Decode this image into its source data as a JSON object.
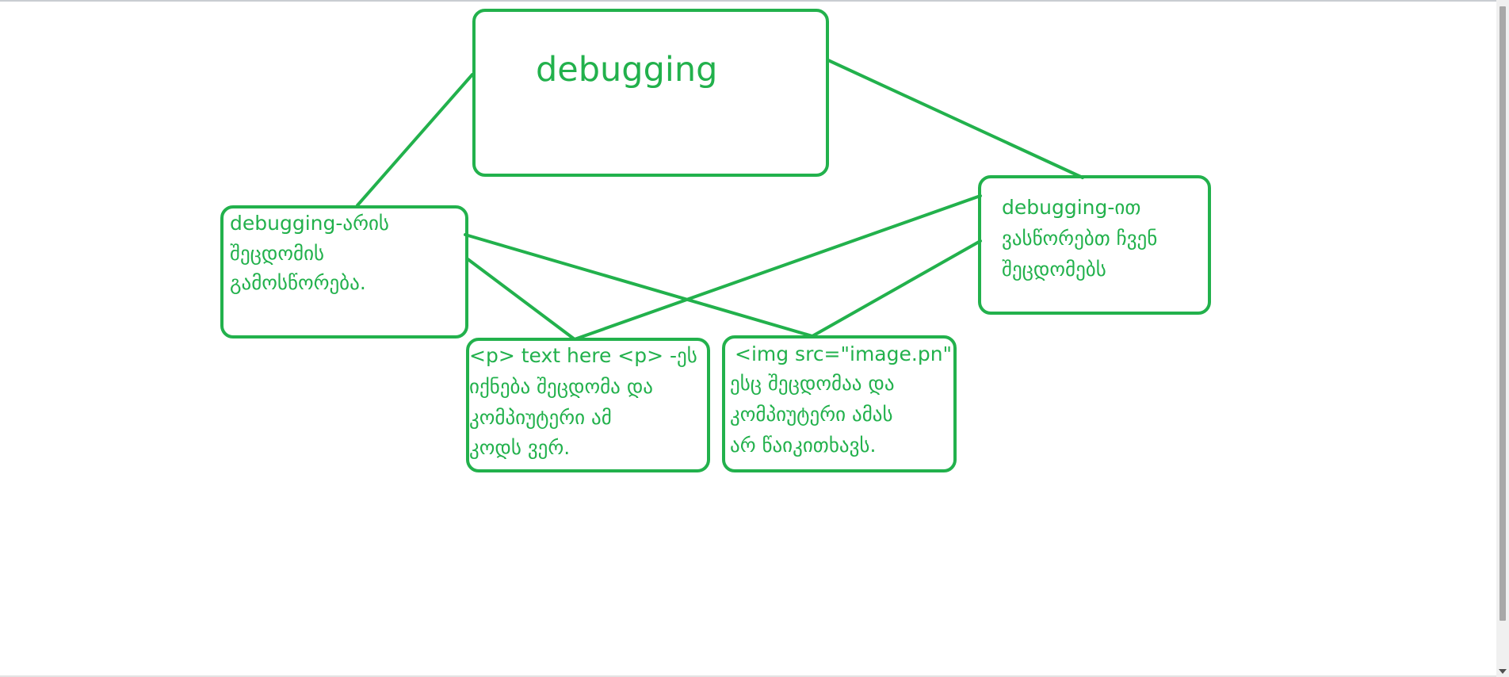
{
  "diagram": {
    "stroke_color": "#22b14c",
    "background_color": "#ffffff",
    "nodes": {
      "top": {
        "text": "debugging"
      },
      "left": {
        "text": "debugging-არის\nშეცდომის\nგამოსწორება."
      },
      "right": {
        "text": "debugging-ით\nვასწორებთ ჩვენ\nშეცდომებს"
      },
      "p_example": {
        "text": "<p> text here <p>  -ეს\nიქნება შეცდომა და\nკომპიუტერი ამ\nკოდს ვერ."
      },
      "img_example": {
        "code": " <img src=\"image.pn\">",
        "text": "ესც შეცდომაა და\nკომპიუტერი ამას\nარ წაიკითხავს."
      }
    }
  },
  "scrollbar": {
    "icon": "chevron-down-icon"
  }
}
